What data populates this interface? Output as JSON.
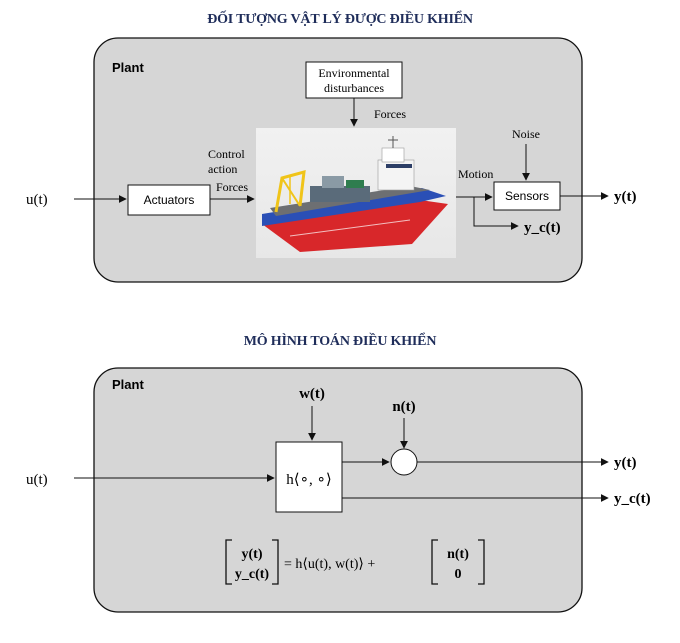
{
  "top_section": {
    "title": "ĐỐI TƯỢNG VẬT LÝ ĐƯỢC ĐIỀU KHIỂN",
    "plant_label": "Plant",
    "input_label": "u(t)",
    "actuators_label": "Actuators",
    "control_action_label_line1": "Control",
    "control_action_label_line2": "action",
    "forces_label_left": "Forces",
    "env_disturbances_line1": "Environmental",
    "env_disturbances_line2": "disturbances",
    "forces_label_top": "Forces",
    "motion_label": "Motion",
    "noise_label": "Noise",
    "sensors_label": "Sensors",
    "output_y": "y(t)",
    "output_yc": "y_c(t)"
  },
  "bottom_section": {
    "title": "MÔ HÌNH TOÁN ĐIỀU KHIỂN",
    "plant_label": "Plant",
    "input_label": "u(t)",
    "disturbance_label": "w(t)",
    "noise_label": "n(t)",
    "function_block_label": "h⟨∘, ∘⟩",
    "output_y": "y(t)",
    "output_yc": "y_c(t)",
    "equation": {
      "lhs_top": "y(t)",
      "lhs_bottom": "y_c(t)",
      "rhs_main": "= h⟨u(t), w(t)⟩ +",
      "rhs_top": "n(t)",
      "rhs_bottom": "0"
    }
  },
  "colors": {
    "title": "#1f2d5a",
    "plant_fill": "#d6d6d6",
    "box_fill": "#ffffff",
    "stroke": "#111111"
  }
}
